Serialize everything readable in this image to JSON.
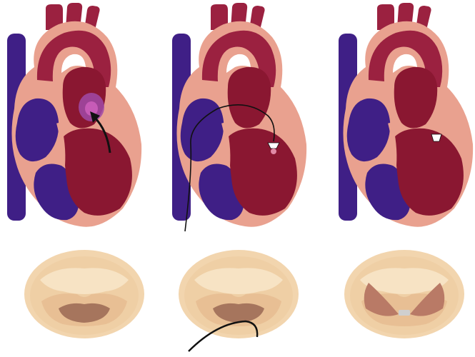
{
  "figure": {
    "panels": [
      {
        "heart_icon": "heart-cross-section-icon",
        "valve_icon": "mitral-valve-top-view-icon",
        "state": "regurgitant-jet"
      },
      {
        "heart_icon": "heart-cross-section-icon",
        "valve_icon": "mitral-valve-top-view-icon",
        "state": "catheter-clip-delivery"
      },
      {
        "heart_icon": "heart-cross-section-icon",
        "valve_icon": "mitral-valve-top-view-icon",
        "state": "clip-implanted"
      }
    ],
    "colors": {
      "vein_blue": "#3f1f86",
      "heart_wall": "#e9a18f",
      "chamber_red": "#8a1731",
      "aorta_red": "#9b2140",
      "jet_purple": "#a04aa8",
      "valve_tissue": "#f2d5ae",
      "valve_shadow": "#a6755d",
      "catheter": "#111111",
      "clip_gray": "#cfcfcf"
    }
  }
}
